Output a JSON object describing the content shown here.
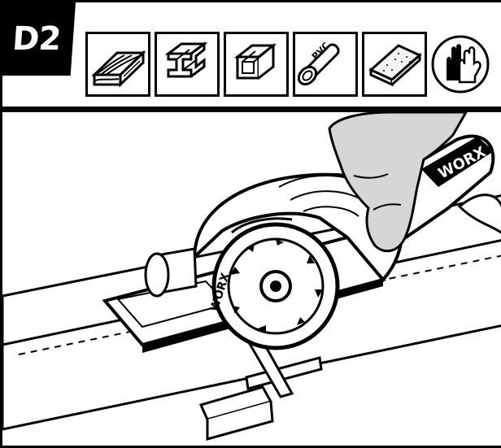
{
  "step": {
    "label": "D2"
  },
  "materials": [
    {
      "icon": "wood-board-icon"
    },
    {
      "icon": "i-beam-profile-icon"
    },
    {
      "icon": "square-tube-icon"
    },
    {
      "icon": "pvc-pipe-icon",
      "label": "PVC"
    },
    {
      "icon": "tile-slab-icon"
    }
  ],
  "safety": {
    "icon": "protective-gloves-icon"
  },
  "illustration": {
    "brand_text": "WORX"
  },
  "colors": {
    "ink": "#000000",
    "paper": "#ffffff",
    "glove_gray": "#d6d6d6"
  }
}
